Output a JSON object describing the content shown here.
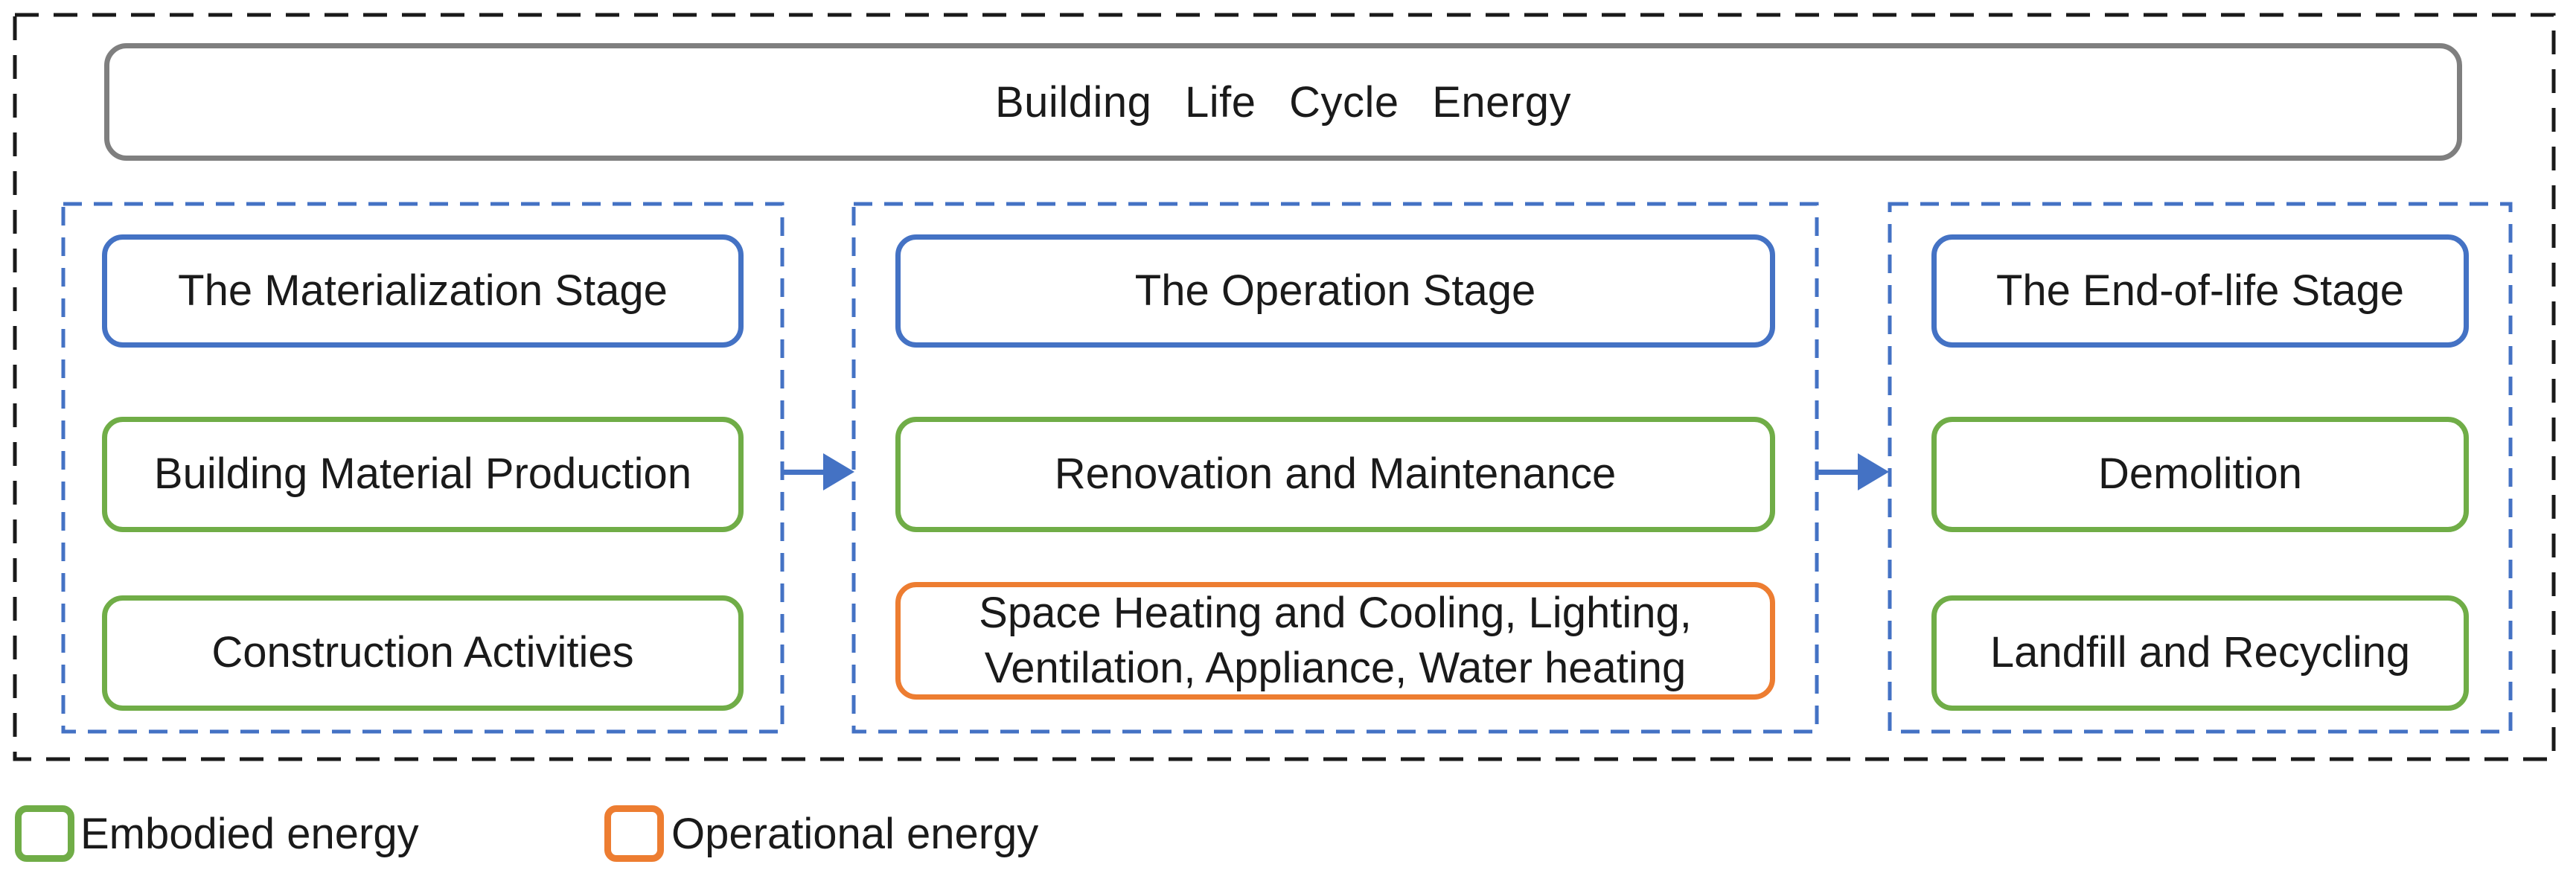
{
  "title": {
    "text": "Building Life Cycle Energy"
  },
  "stages": [
    {
      "header": "The Materialization Stage",
      "items": [
        {
          "label": "Building Material Production",
          "type": "embodied"
        },
        {
          "label": "Construction Activities",
          "type": "embodied"
        }
      ]
    },
    {
      "header": "The Operation Stage",
      "items": [
        {
          "label": "Renovation and Maintenance",
          "type": "embodied"
        },
        {
          "label": "Space Heating and Cooling, Lighting, Ventilation, Appliance, Water heating",
          "type": "operational"
        }
      ]
    },
    {
      "header": "The End-of-life Stage",
      "items": [
        {
          "label": "Demolition",
          "type": "embodied"
        },
        {
          "label": "Landfill and Recycling",
          "type": "embodied"
        }
      ]
    }
  ],
  "legend": [
    {
      "label": "Embodied energy",
      "type": "embodied"
    },
    {
      "label": "Operational energy",
      "type": "operational"
    }
  ],
  "colors": {
    "stage_blue": "#4472C4",
    "arrow_blue": "#4472C4",
    "embodied_green": "#70AD47",
    "operational_orange": "#ED7D31",
    "title_gray": "#7F7F7F",
    "frame_black": "#1A1A1A",
    "text_black": "#1A1A1A"
  }
}
